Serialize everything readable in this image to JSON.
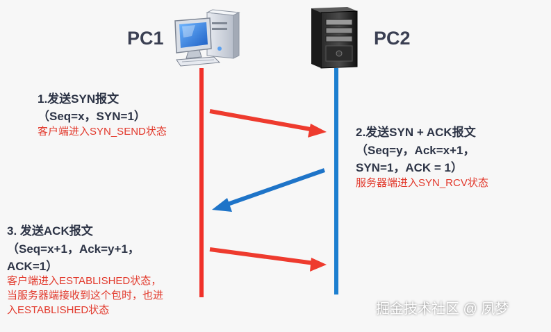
{
  "nodes": {
    "pc1": {
      "label": "PC1"
    },
    "pc2": {
      "label": "PC2"
    }
  },
  "steps": [
    {
      "title": "1.发送SYN报文",
      "lines": [
        "（Seq=x，SYN=1）"
      ],
      "notes": [
        "客户端进入SYN_SEND状态"
      ]
    },
    {
      "title": "2.发送SYN + ACK报文",
      "lines": [
        "（Seq=y，Ack=x+1，",
        "SYN=1，ACK = 1）"
      ],
      "notes": [
        "服务器端进入SYN_RCV状态"
      ]
    },
    {
      "title": "3. 发送ACK报文",
      "lines": [
        "（Seq=x+1，Ack=y+1，",
        "ACK=1）"
      ],
      "notes": [
        "客户端进入ESTABLISHED状态，",
        "当服务器端接收到这个包时，也进",
        "入ESTABLISHED状态"
      ]
    }
  ],
  "watermark": "掘金技术社区 @ 夙梦",
  "colors": {
    "client_line": "#f0312a",
    "server_line": "#1c7fd0",
    "client_arrow": "#ee3b2e",
    "server_arrow": "#1e74c8",
    "text_dark": "#2d3446",
    "note_red": "#e2382b"
  },
  "icons": {
    "pc1": "desktop-computer-icon",
    "pc2": "server-tower-icon"
  }
}
